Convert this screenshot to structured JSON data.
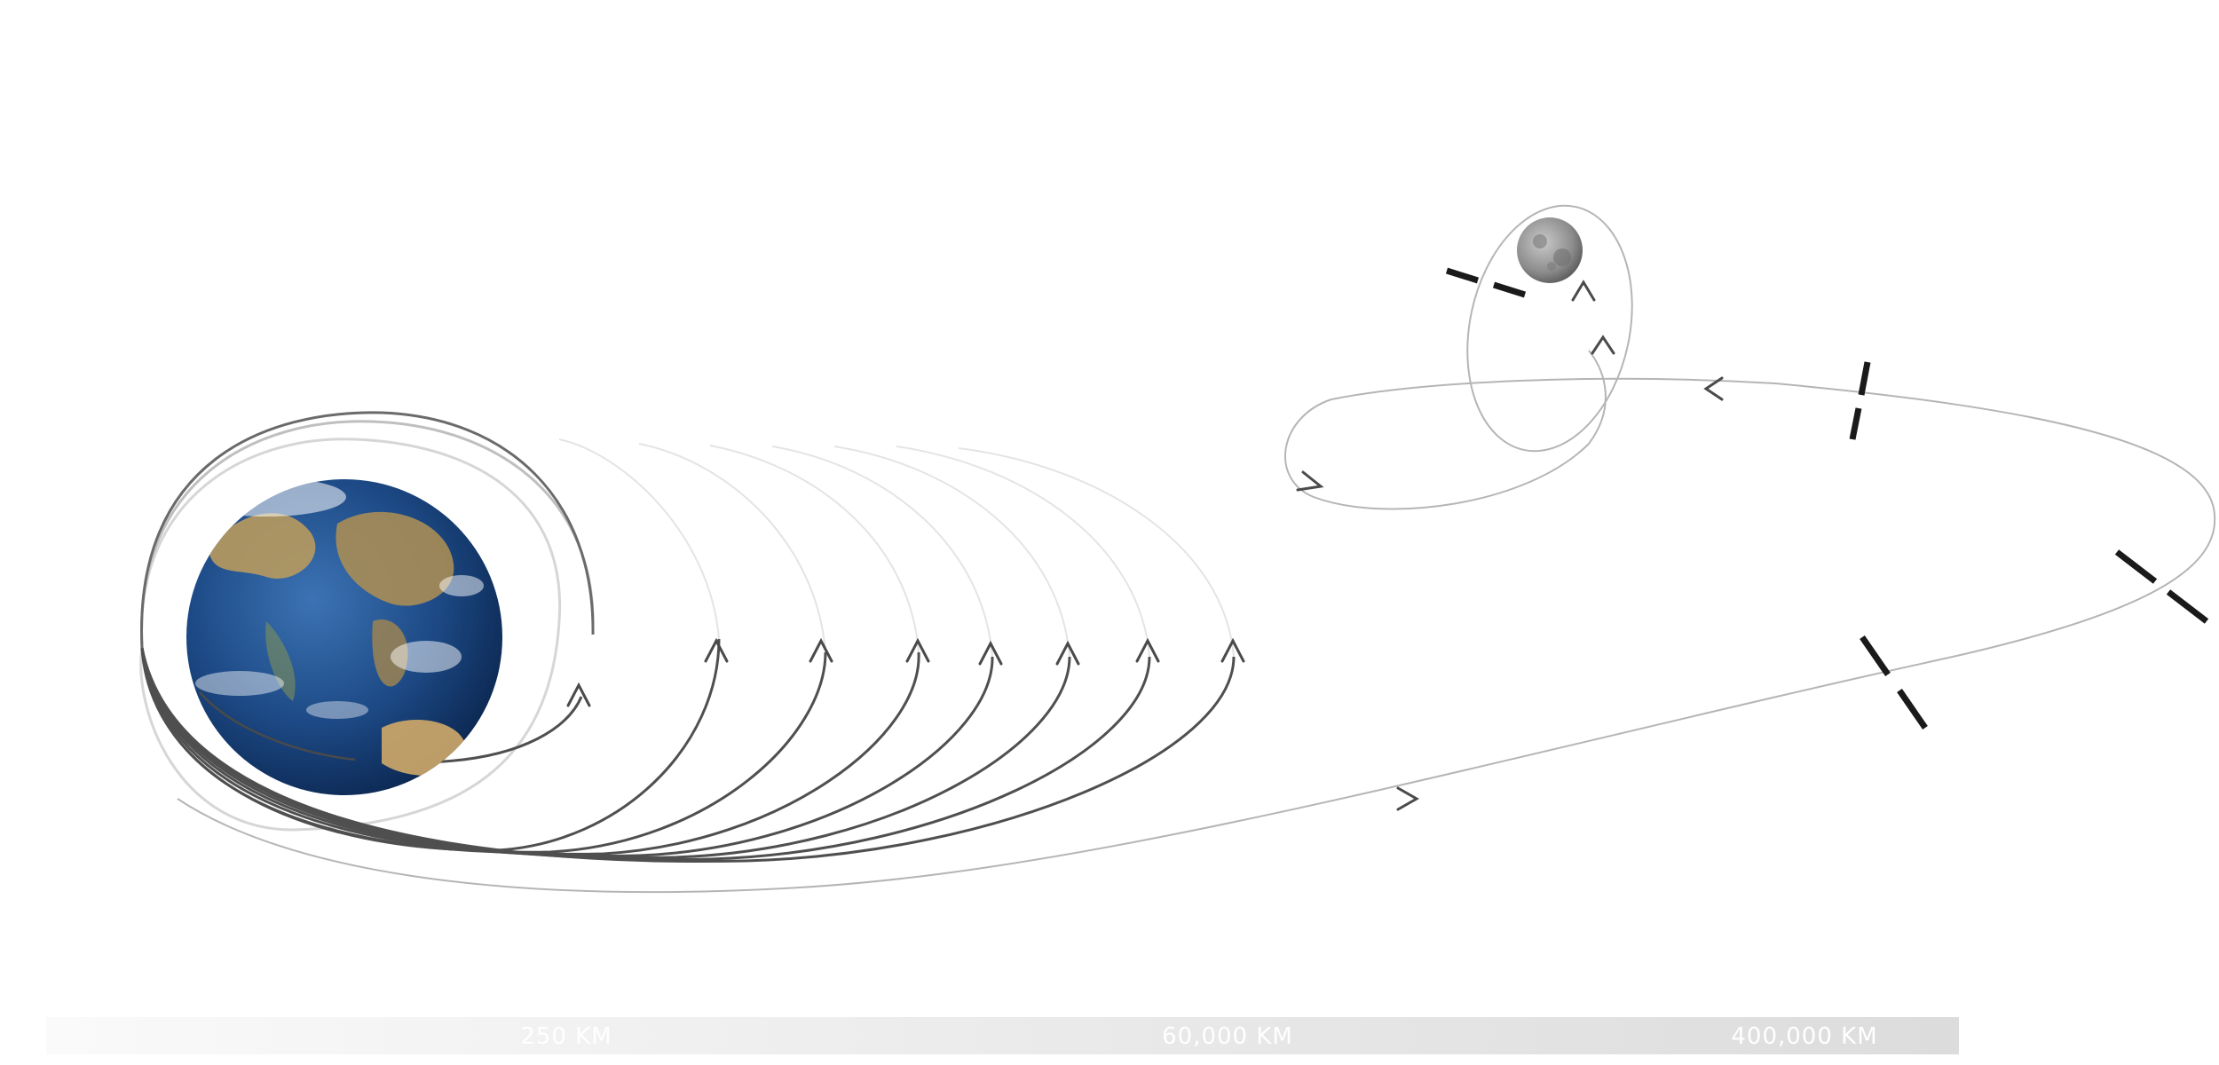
{
  "diagram": {
    "earth": {
      "name": "earth",
      "icon": "earth-globe"
    },
    "moon": {
      "name": "moon",
      "icon": "moon-globe"
    },
    "scale_bar": {
      "labels": [
        "250 KM",
        "60,000 KM",
        "400,000 KM"
      ]
    },
    "colors": {
      "orbit_dark": "#555555",
      "orbit_light": "#bdbdbd",
      "burn_marker": "#1a1a1a",
      "ocean": "#1d4a86",
      "land": "#b89a5e",
      "moon": "#9a9a9a"
    }
  }
}
